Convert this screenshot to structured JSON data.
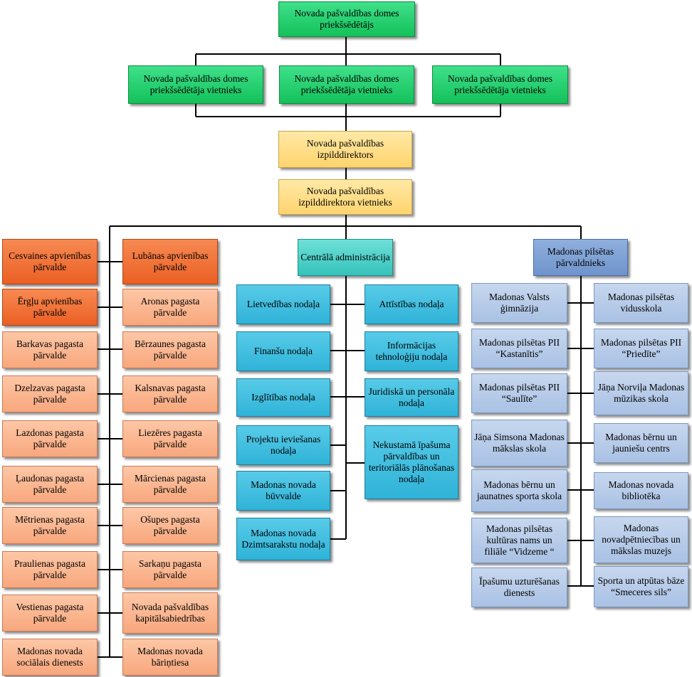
{
  "top": {
    "chairman": "Novada pašvaldības domes priekšsēdētājs",
    "deputies": [
      "Novada pašvaldības domes priekšsēdētāja vietnieks",
      "Novada pašvaldības domes priekšsēdētāja vietnieks",
      "Novada pašvaldības domes priekšsēdētāja vietnieks"
    ],
    "executive_director": "Novada pašvaldības izpilddirektors",
    "executive_deputy": "Novada pašvaldības izpilddirektora vietnieks"
  },
  "left": {
    "unions": [
      "Cesvaines apvienības pārvalde",
      "Lubānas apvienības pārvalde",
      "Ērgļu apvienības pārvalde"
    ],
    "col1": [
      "Barkavas pagasta pārvalde",
      "Dzelzavas pagasta pārvalde",
      "Lazdonas pagasta pārvalde",
      "Ļaudonas pagasta pārvalde",
      "Mētrienas pagasta pārvalde",
      "Praulienas pagasta pārvalde",
      "Vestienas pagasta pārvalde",
      "Madonas novada sociālais dienests"
    ],
    "col2": [
      "Aronas pagasta pārvalde",
      "Bērzaunes pagasta pārvalde",
      "Kalsnavas pagasta pārvalde",
      "Liezēres pagasta pārvalde",
      "Mārcienas pagasta pārvalde",
      "Ošupes pagasta pārvalde",
      "Sarkaņu pagasta pārvalde",
      "Novada pašvaldības kapitālsabiedrības",
      "Madonas novada bāriņtiesa"
    ]
  },
  "center": {
    "head": "Centrālā administrācija",
    "col1": [
      "Lietvedības nodaļa",
      "Finanšu nodaļa",
      "Izglītības nodaļa",
      "Projektu ieviešanas nodaļa",
      "Madonas novada būvvalde",
      "Madonas novada Dzimtsarakstu nodaļa"
    ],
    "col2": [
      "Attīstības nodaļa",
      "Informācijas tehnoloģiju nodaļa",
      "Juridiskā un personāla nodaļa",
      "Nekustamā īpašuma pārvaldības un teritoriālās plānošanas nodaļa"
    ]
  },
  "right": {
    "head": "Madonas pilsētas pārvaldnieks",
    "col1": [
      "Madonas Valsts ģimnāzija",
      "Madonas pilsētas PII “Kastanītis”",
      "Madonas pilsētas PII “Saulīte”",
      "Jāņa Simsona Madonas mākslas skola",
      "Madonas bērnu un jaunatnes sporta skola",
      "Madonas pilsētas kultūras nams un filiāle “Vidzeme “",
      "Īpašumu uzturēšanas dienests"
    ],
    "col2": [
      "Madonas pilsētas vidusskola",
      "Madonas pilsētas PII “Priedīte”",
      "Jāņa Norviļa Madonas mūzikas skola",
      "Madonas bērnu un jauniešu centrs",
      "Madonas novada bibliotēka",
      "Madonas novadpētniecības un mākslas muzejs",
      "Sporta un atpūtas bāze “Smeceres sils”"
    ]
  },
  "colors": {
    "green": "#13c15a",
    "yellow": "#ffd46e",
    "orange": "#eb5f24",
    "peach": "#f8a77d",
    "teal": "#35c3bb",
    "cyan": "#2fb3d8",
    "blue": "#6f93cc",
    "light_blue": "#a9c1e4"
  }
}
